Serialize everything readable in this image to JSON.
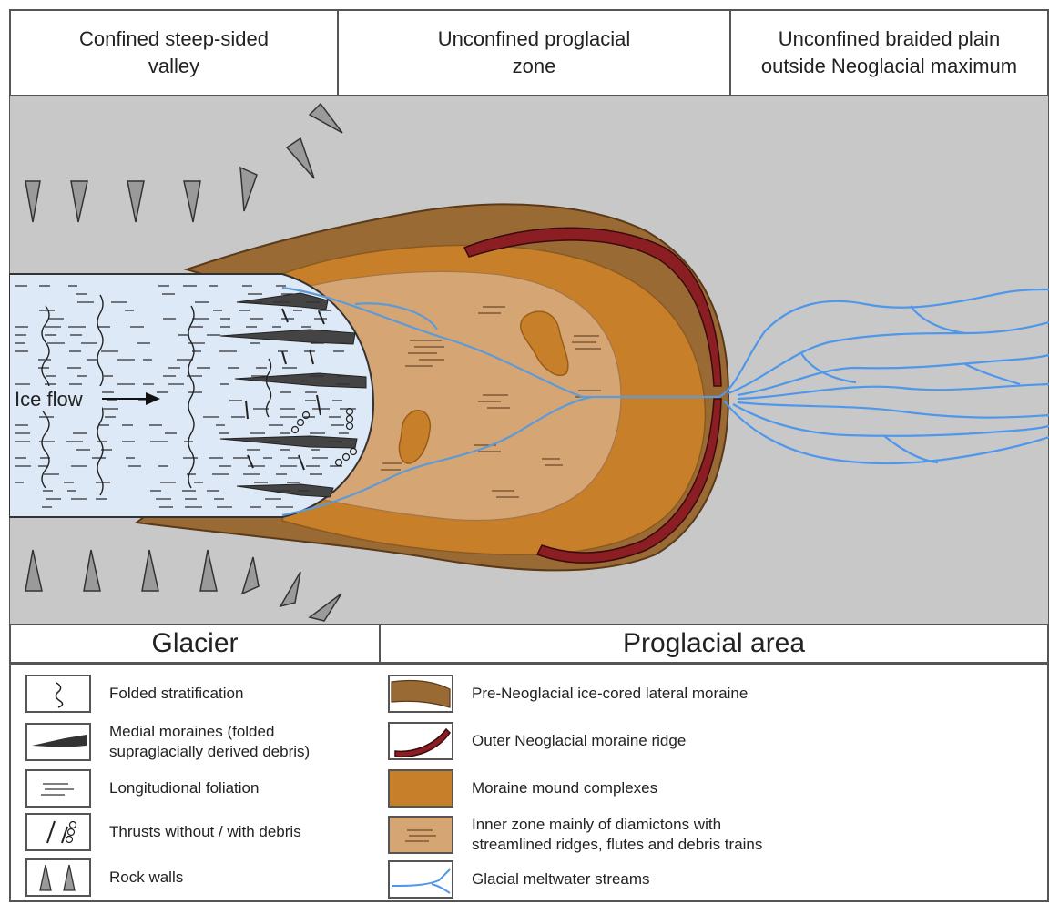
{
  "zones": {
    "left": "Confined steep-sided\nvalley",
    "middle": "Unconfined proglacial\nzone",
    "right": "Unconfined braided plain\noutside Neoglacial maximum"
  },
  "areas": {
    "glacier": "Glacier",
    "proglacial": "Proglacial area"
  },
  "diagram": {
    "ice_flow_label": "Ice flow"
  },
  "colors": {
    "background": "#c8c8c8",
    "ice": "#dde9f7",
    "lateral_moraine": "#9a6a35",
    "outer_ridge": "#8b1e22",
    "mound": "#c77f2a",
    "inner_zone": "#d6a574",
    "stream": "#4f97ea"
  },
  "legend": {
    "left": [
      {
        "icon": "folded-stratification-icon",
        "label": "Folded stratification"
      },
      {
        "icon": "medial-moraine-icon",
        "label": "Medial moraines (folded\nsupraglacially derived debris)"
      },
      {
        "icon": "foliation-icon",
        "label": "Longitudional foliation"
      },
      {
        "icon": "thrust-icon",
        "label": "Thrusts without / with debris"
      },
      {
        "icon": "rock-wall-icon",
        "label": "Rock walls"
      }
    ],
    "right": [
      {
        "icon": "lateral-moraine-icon",
        "label": "Pre-Neoglacial ice-cored lateral moraine"
      },
      {
        "icon": "outer-ridge-icon",
        "label": "Outer Neoglacial moraine ridge"
      },
      {
        "icon": "mound-icon",
        "label": "Moraine mound complexes"
      },
      {
        "icon": "inner-zone-icon",
        "label": "Inner zone mainly of diamictons with\nstreamlined ridges, flutes and debris trains"
      },
      {
        "icon": "stream-icon",
        "label": "Glacial meltwater streams"
      }
    ]
  }
}
